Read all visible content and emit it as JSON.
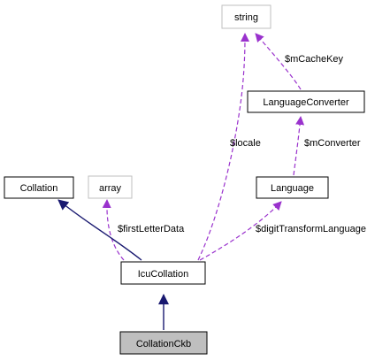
{
  "diagram": {
    "nodes": {
      "string": {
        "label": "string",
        "style": "external"
      },
      "language_converter": {
        "label": "LanguageConverter",
        "style": "normal"
      },
      "collation": {
        "label": "Collation",
        "style": "normal"
      },
      "array": {
        "label": "array",
        "style": "external"
      },
      "language": {
        "label": "Language",
        "style": "normal"
      },
      "icu_collation": {
        "label": "IcuCollation",
        "style": "normal"
      },
      "collation_ckb": {
        "label": "CollationCkb",
        "style": "highlighted"
      }
    },
    "edges": {
      "m_cache_key": {
        "label": "$mCacheKey",
        "from": "LanguageConverter",
        "to": "string",
        "kind": "usage"
      },
      "locale": {
        "label": "$locale",
        "from": "IcuCollation",
        "to": "string",
        "kind": "usage"
      },
      "m_converter": {
        "label": "$mConverter",
        "from": "Language",
        "to": "LanguageConverter",
        "kind": "usage"
      },
      "first_letter_data": {
        "label": "$firstLetterData",
        "from": "IcuCollation",
        "to": "array",
        "kind": "usage"
      },
      "digit_transform_language": {
        "label": "$digitTransformLanguage",
        "from": "IcuCollation",
        "to": "Language",
        "kind": "usage"
      },
      "inherits_collation": {
        "label": "",
        "from": "IcuCollation",
        "to": "Collation",
        "kind": "inheritance"
      },
      "inherits_icu": {
        "label": "",
        "from": "CollationCkb",
        "to": "IcuCollation",
        "kind": "inheritance"
      }
    },
    "colors": {
      "usage_edge": "#9a32cd",
      "inheritance_edge": "#191970",
      "node_border": "#000000",
      "external_border": "#bfbfbf",
      "highlight_fill": "#bfbfbf",
      "node_fill": "#ffffff"
    }
  }
}
